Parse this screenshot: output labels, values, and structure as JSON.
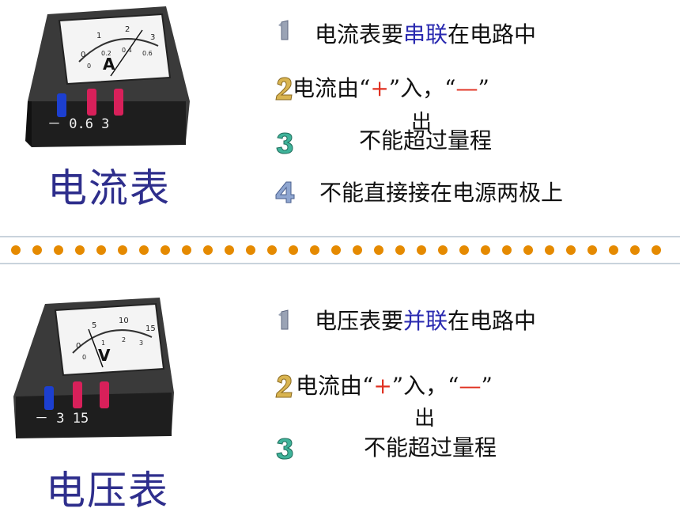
{
  "ammeter": {
    "title": "电流表",
    "face_symbol": "A",
    "scale_top": [
      "0",
      "1",
      "2",
      "3"
    ],
    "scale_bottom": [
      "0",
      "0.2",
      "0.4",
      "0.6"
    ],
    "terminals": "－ 0.6  3",
    "rules": [
      {
        "number": "1",
        "before": "电流表要",
        "highlight": "串联",
        "after": "在电路中"
      },
      {
        "number": "2",
        "before": "电流由“",
        "plus": "+",
        "mid": "”入，“",
        "minus": "—",
        "after": "”",
        "sub": "出"
      },
      {
        "number": "3",
        "text": "不能超过量程"
      },
      {
        "number": "4",
        "text": "不能直接接在电源两极上"
      }
    ]
  },
  "voltmeter": {
    "title": "电压表",
    "face_symbol": "V",
    "scale_top": [
      "0",
      "5",
      "10",
      "15"
    ],
    "scale_bottom": [
      "0",
      "1",
      "2",
      "3"
    ],
    "terminals": "－ 3 15",
    "rules": [
      {
        "number": "1",
        "before": "电压表要",
        "highlight": "并联",
        "after": "在电路中"
      },
      {
        "number": "2",
        "before": "电流由“",
        "plus": "+",
        "mid": "”入，“",
        "minus": "—",
        "after": "”",
        "sub": "出"
      },
      {
        "number": "3",
        "text": "不能超过量程"
      }
    ]
  },
  "colors": {
    "title": "#2e2e8c",
    "highlight": "#2a2ab0",
    "accent_red": "#e03020",
    "dot": "#e58a00",
    "number_grey": "#9aa3b5",
    "number_gold": "#d9b450",
    "number_teal": "#3fb39a",
    "number_blue": "#8fa6d0"
  }
}
